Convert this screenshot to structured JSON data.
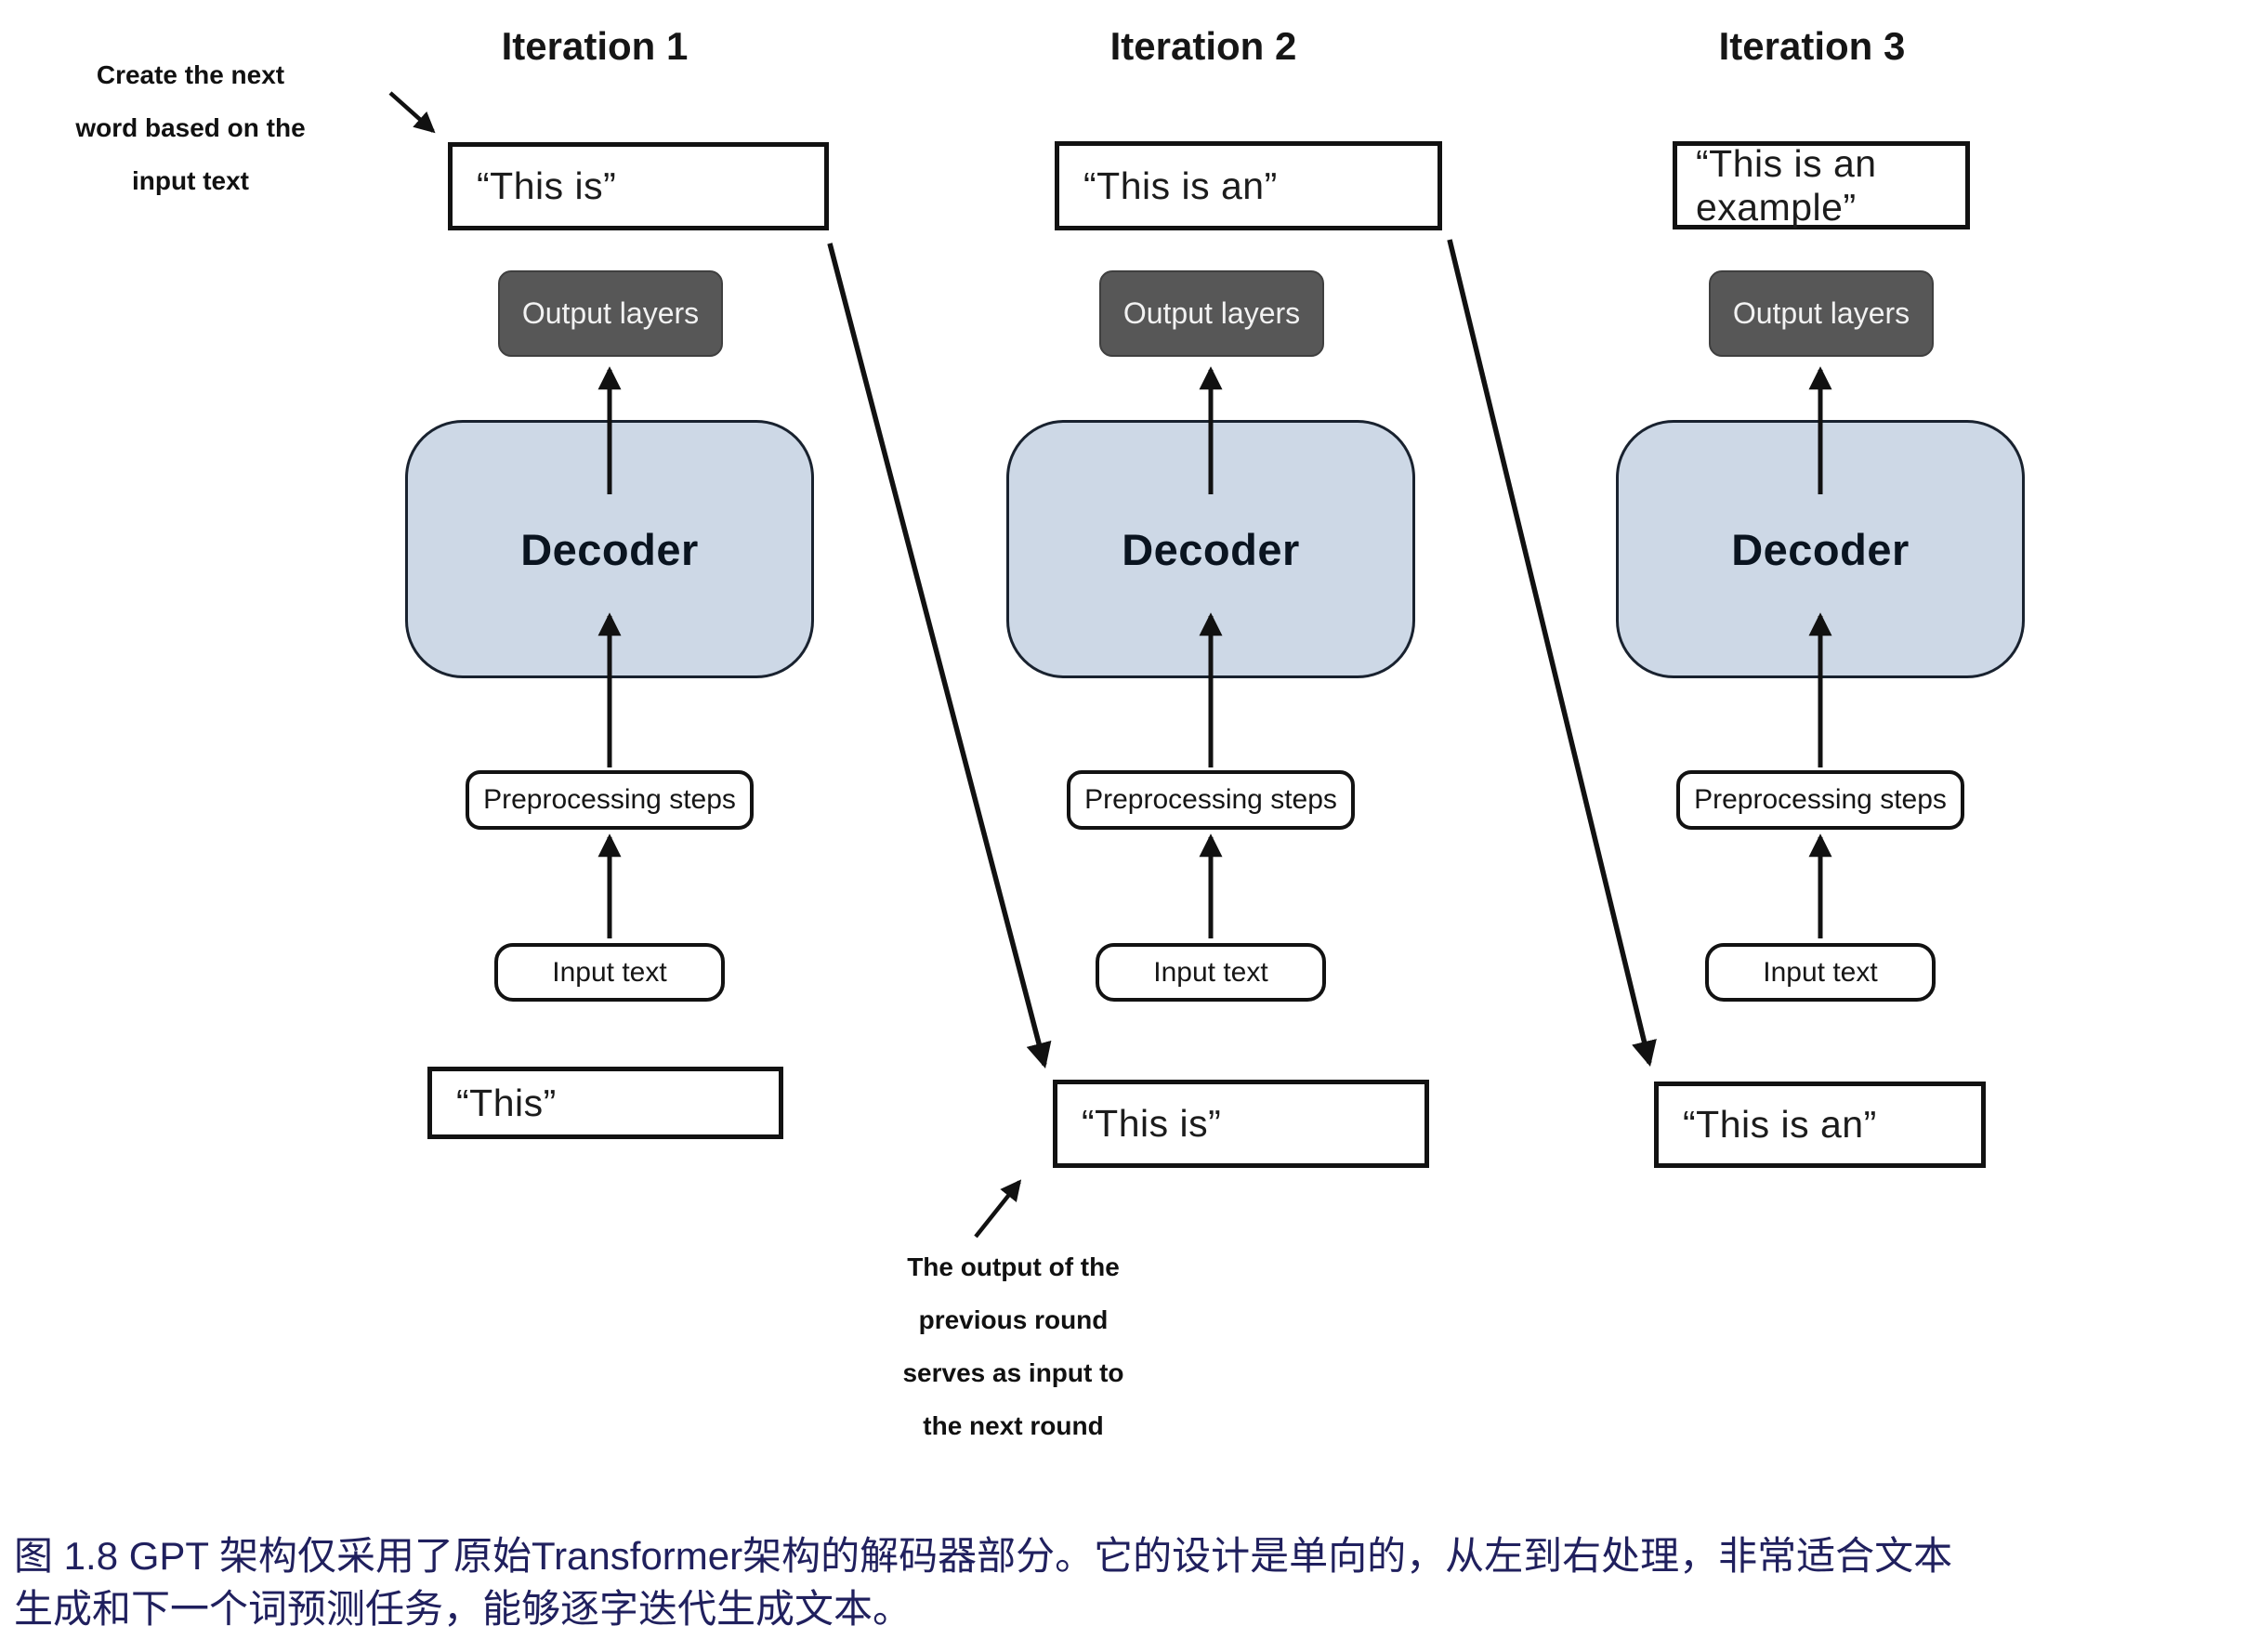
{
  "figure": {
    "iterations": [
      {
        "title": "Iteration 1",
        "output_text": "“This is”",
        "output_layers_label": "Output layers",
        "decoder_label": "Decoder",
        "preprocessing_label": "Preprocessing steps",
        "input_label": "Input text",
        "input_text": "“This”"
      },
      {
        "title": "Iteration 2",
        "output_text": "“This is an”",
        "output_layers_label": "Output layers",
        "decoder_label": "Decoder",
        "preprocessing_label": "Preprocessing steps",
        "input_label": "Input text",
        "input_text": "“This is”"
      },
      {
        "title": "Iteration 3",
        "output_text": "“This is an example”",
        "output_layers_label": "Output layers",
        "decoder_label": "Decoder",
        "preprocessing_label": "Preprocessing steps",
        "input_label": "Input text",
        "input_text": "“This is an”"
      }
    ],
    "annotations": {
      "top_left": "Create the next\nword based on the\ninput text",
      "bottom": "The output of the\nprevious round\nserves as input to\nthe next round"
    },
    "caption": "图 1.8  GPT 架构仅采用了原始Transformer架构的解码器部分。它的设计是单向的，从左到右处理，非常适合文本\n生成和下一个词预测任务，能够逐字迭代生成文本。",
    "colors": {
      "decoder_fill": "#cdd8e6",
      "decoder_border": "#19222f",
      "output_layers_bg": "#575757",
      "output_layers_text": "#f2f2f2",
      "box_border": "#121212",
      "arrow_color": "#111111",
      "caption_color": "#20205e"
    }
  }
}
